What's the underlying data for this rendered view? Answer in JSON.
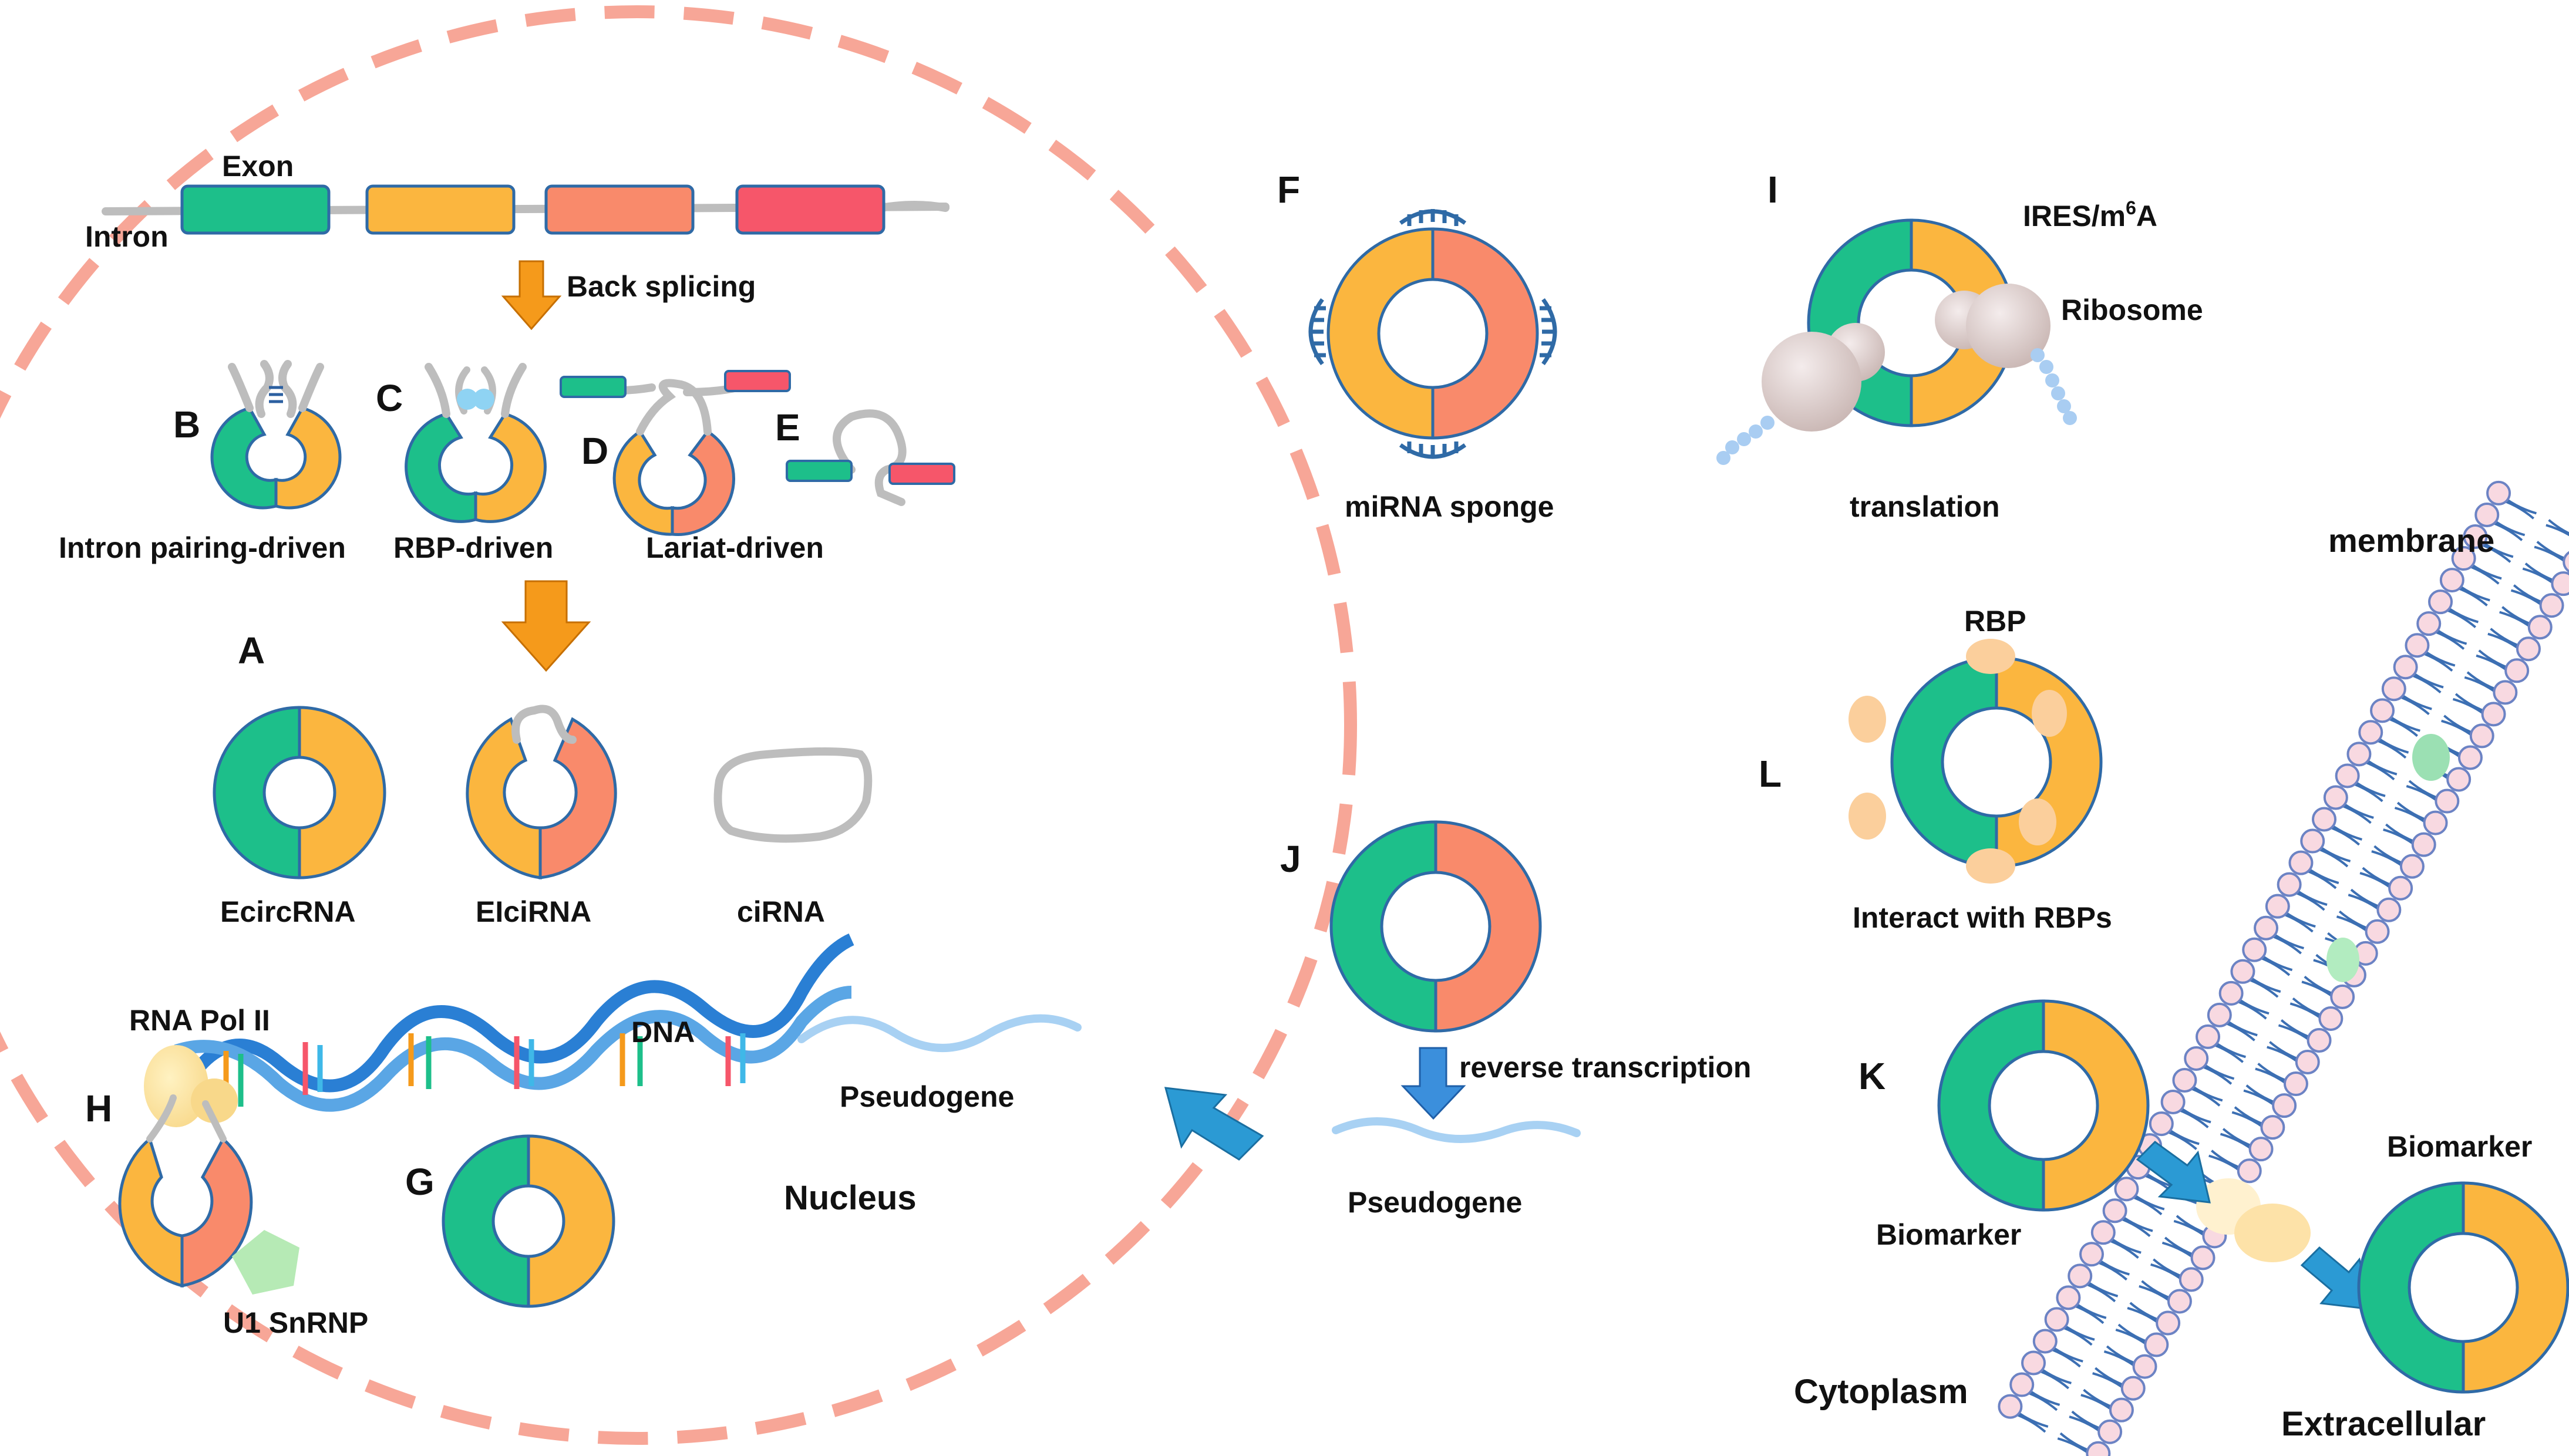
{
  "labels": {
    "exon": "Exon",
    "intron": "Intron",
    "back_splicing": "Back splicing",
    "intron_pairing": "Intron pairing-driven",
    "rbp_driven": "RBP-driven",
    "lariat_driven": "Lariat-driven",
    "ecircrna": "EcircRNA",
    "eicirna": "EIciRNA",
    "cirna": "ciRNA",
    "rna_pol": "RNA Pol II",
    "dna": "DNA",
    "pseudogene_nucleus": "Pseudogene",
    "u1": "U1 SnRNP",
    "nucleus": "Nucleus",
    "mirna_sponge": "miRNA sponge",
    "ires_prefix": "IRES/m",
    "ires_sup": "6",
    "ires_suffix": "A",
    "ribosome": "Ribosome",
    "translation": "translation",
    "membrane": "membrane",
    "rbp": "RBP",
    "interact_rbps": "Interact with RBPs",
    "reverse_transcription": "reverse transcription",
    "pseudogene_cyto": "Pseudogene",
    "biomarker_in": "Biomarker",
    "biomarker_out": "Biomarker",
    "cytoplasm": "Cytoplasm",
    "extracellular": "Extracellular"
  },
  "panels": {
    "A": "A",
    "B": "B",
    "C": "C",
    "D": "D",
    "E": "E",
    "F": "F",
    "G": "G",
    "H": "H",
    "I": "I",
    "J": "J",
    "K": "K",
    "L": "L"
  },
  "colors": {
    "green": "#1dbf8a",
    "yellow": "#fbb63f",
    "salmon": "#f98a6b",
    "red": "#f6566a",
    "outline": "#2f6aa6",
    "nucleus_border": "#f7a697",
    "arrow_orange": "#f59a1b",
    "arrow_blue": "#2b9ad4",
    "gray": "#b5b5b5",
    "dna": "#2a7fd4"
  }
}
